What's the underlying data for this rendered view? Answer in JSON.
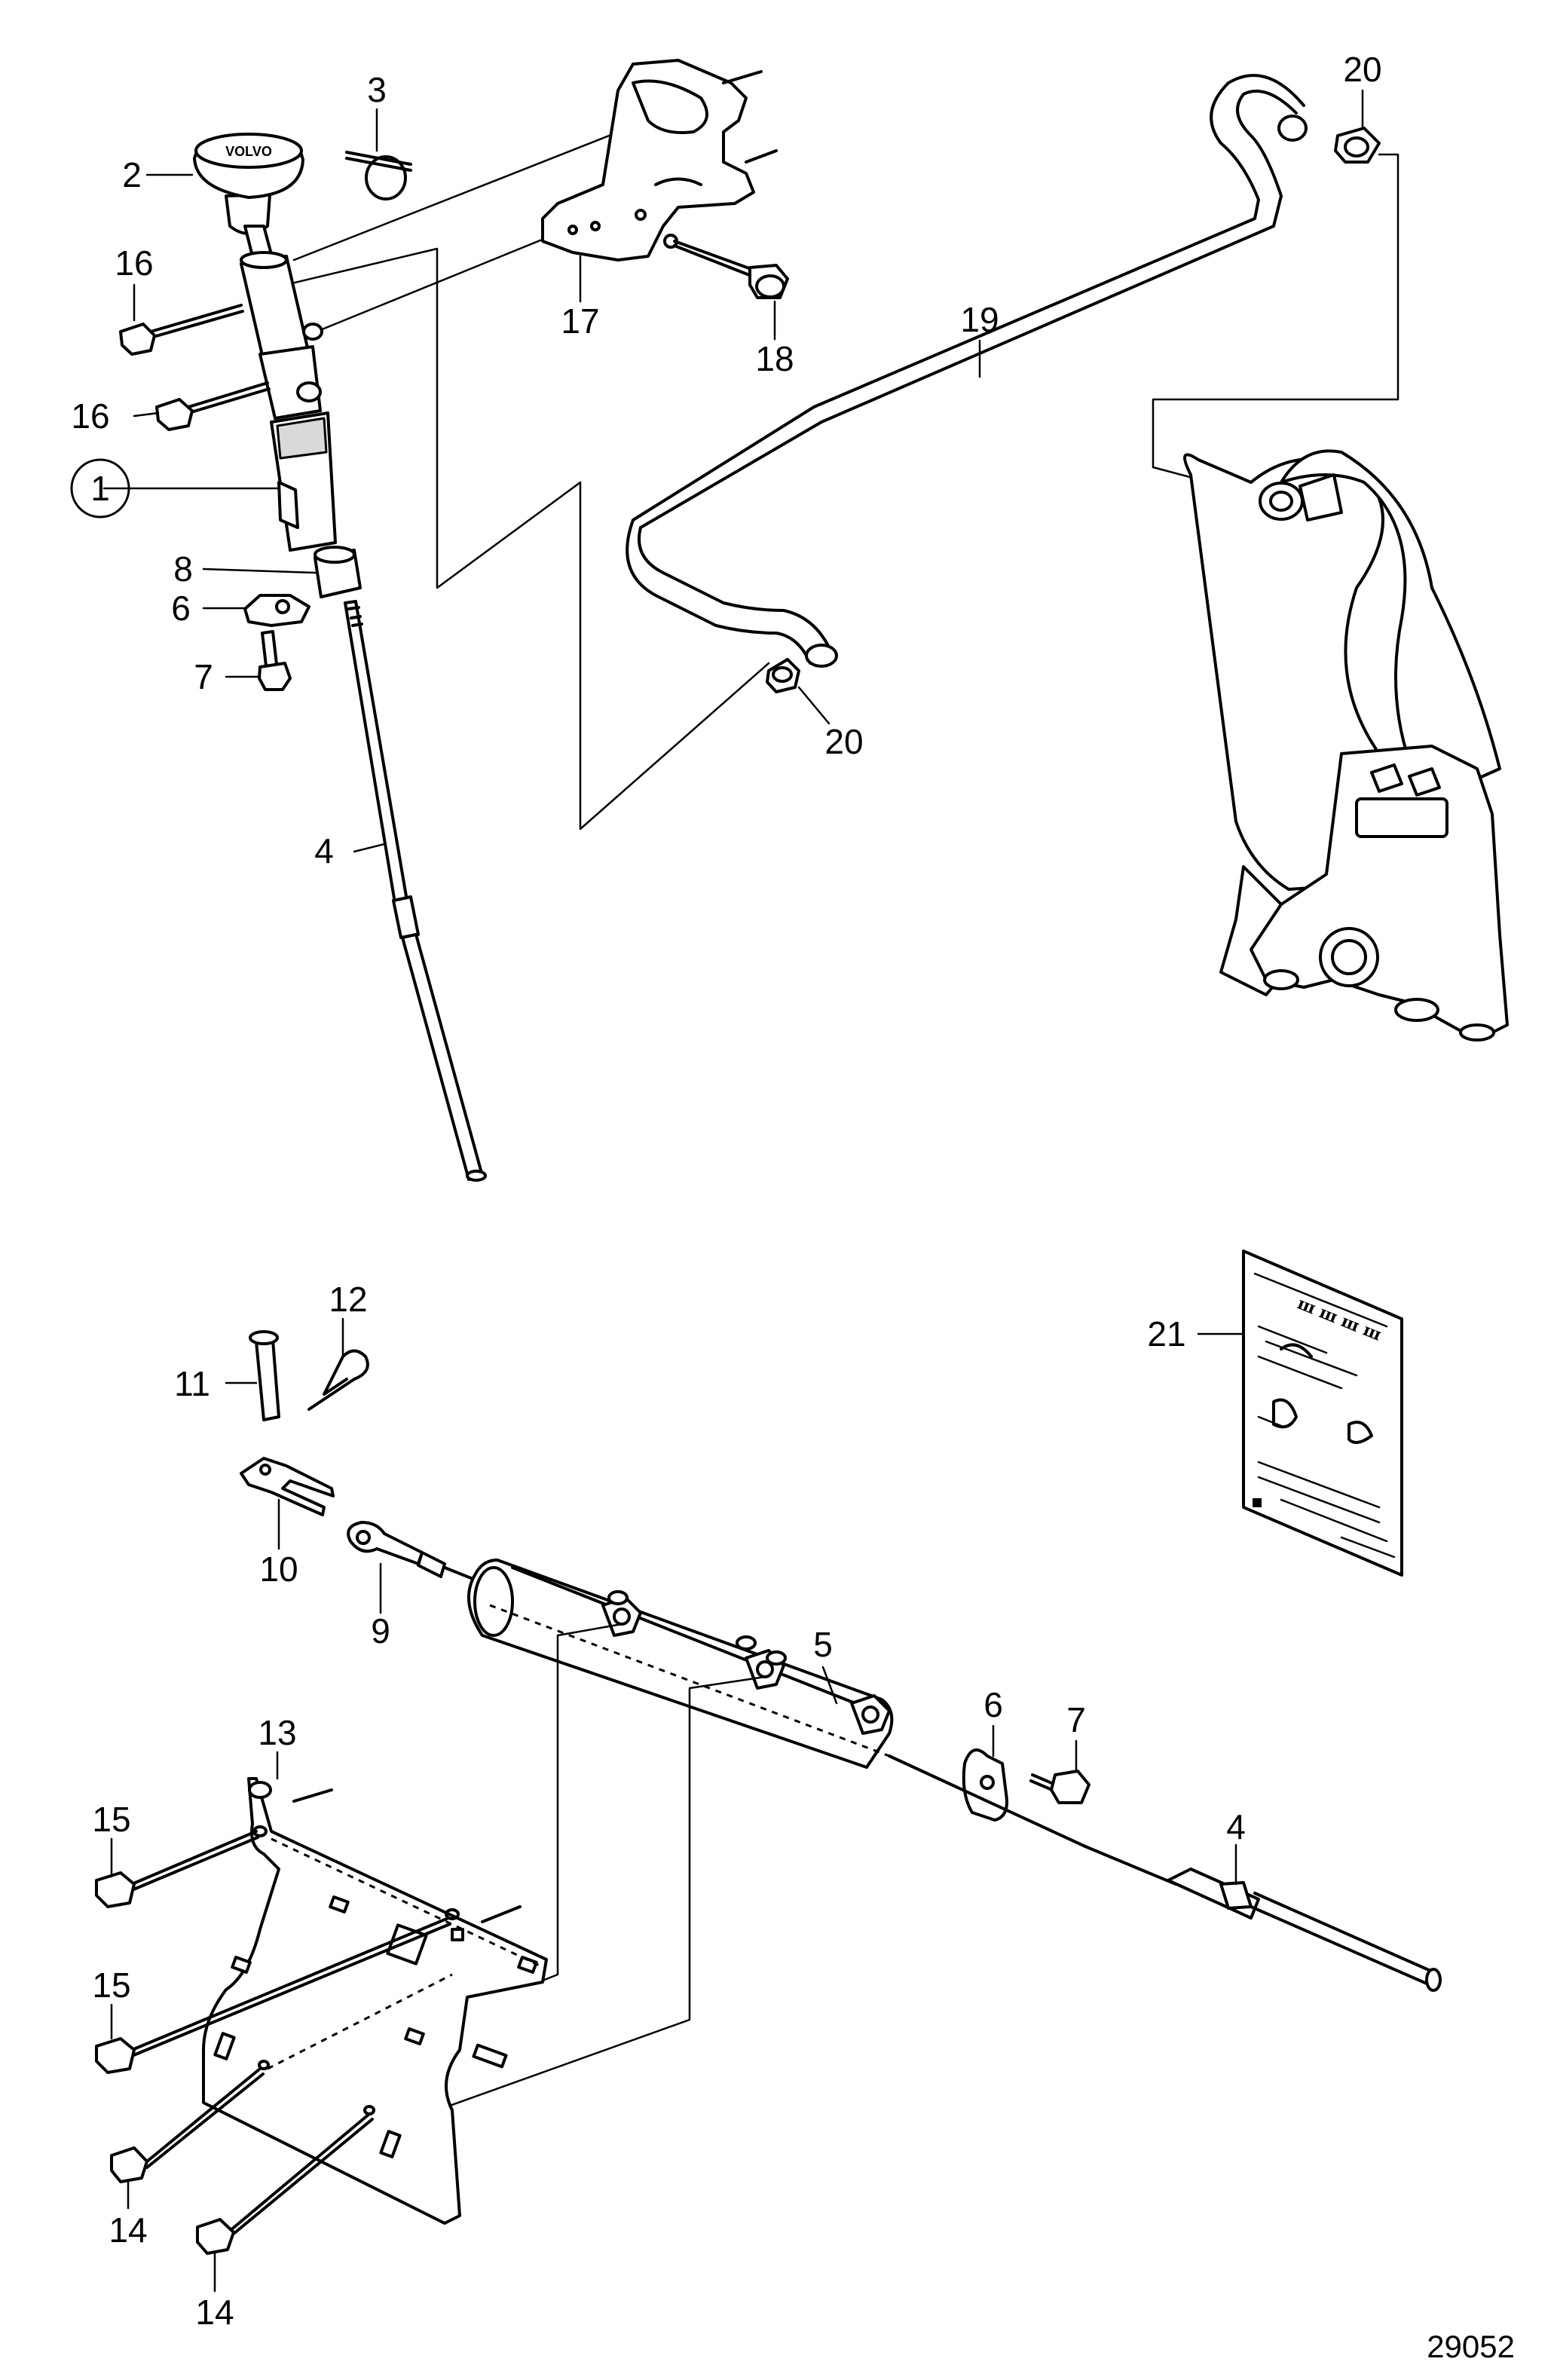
{
  "diagram": {
    "figure_number": "29052",
    "knob_text": "VOLVO",
    "parts": [
      "1",
      "2",
      "3",
      "4",
      "5",
      "6",
      "7",
      "8",
      "9",
      "10",
      "11",
      "12",
      "13",
      "14",
      "15",
      "16",
      "17",
      "18",
      "19",
      "20",
      "21"
    ]
  }
}
